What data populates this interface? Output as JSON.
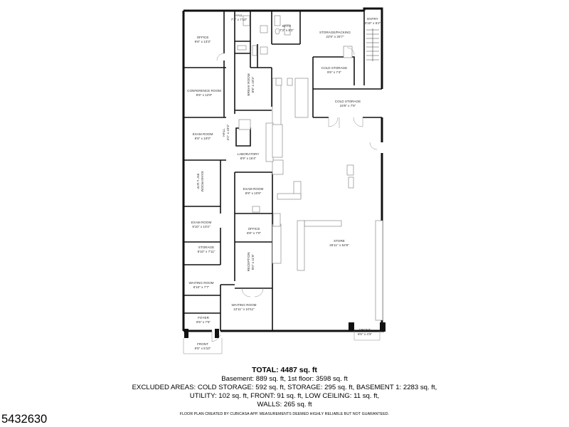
{
  "plan": {
    "rooms": [
      {
        "name": "OFFICE",
        "dims": "9'6\" x 13'3\""
      },
      {
        "name": "HALL",
        "dims": "7'1\" x 7'10\""
      },
      {
        "name": "BATH",
        "dims": "7'3\" x 8'2\""
      },
      {
        "name": "STORAGE/PACKING",
        "dims": "22'9\" x 26'7\""
      },
      {
        "name": "ENTRY",
        "dims": "3'10\" x 5'2\""
      },
      {
        "name": "COLD STORAGE",
        "dims": "9'6\" x 7'4\""
      },
      {
        "name": "CONFERENCE ROOM",
        "dims": "9'6\" x 12'9\""
      },
      {
        "name": "BREAK ROOM",
        "dims": "8'8\" x 10'3\""
      },
      {
        "name": "COLD STORAGE",
        "dims": "16'9\" x 7'5\""
      },
      {
        "name": "EXAM ROOM",
        "dims": "8'6\" x 10'0\""
      },
      {
        "name": "HALL",
        "dims": "4'2\" x 10'3\""
      },
      {
        "name": "LABORATORY",
        "dims": "8'9\" x 15'4\""
      },
      {
        "name": "EXAM ROOM",
        "dims": "8'6\" x 11'5\""
      },
      {
        "name": "EXAM ROOM",
        "dims": "8'8\" x 10'6\""
      },
      {
        "name": "EXAM ROOM",
        "dims": "8'10\" x 10'2\""
      },
      {
        "name": "OFFICE",
        "dims": "8'8\" x 7'0\""
      },
      {
        "name": "STORE",
        "dims": "26'11\" x 52'8\""
      },
      {
        "name": "STORAGE",
        "dims": "8'10\" x 7'11\""
      },
      {
        "name": "RECEPTION",
        "dims": "8'0\" x 11'8\""
      },
      {
        "name": "WAITING ROOM",
        "dims": "8'10\" x 7'7\""
      },
      {
        "name": "WAITING ROOM",
        "dims": "12'11\" x 10'11\""
      },
      {
        "name": "FOYER",
        "dims": "8'5\" x 7'5\""
      },
      {
        "name": "FRONT",
        "dims": "8'6\" x 4'3\""
      },
      {
        "name": "FRONT",
        "dims": "9'6\" x 5'10\""
      }
    ]
  },
  "summary": {
    "total": "TOTAL: 4487 sq. ft",
    "line1": "Basement: 889 sq. ft, 1st floor: 3598 sq. ft",
    "line2": "EXCLUDED AREAS: COLD STORAGE: 592 sq. ft, STORAGE: 295 sq. ft, BASEMENT 1: 2283 sq. ft,",
    "line3": "UTILITY: 102 sq. ft, FRONT: 91 sq. ft, LOW CEILING: 11 sq. ft,",
    "line4": "WALLS: 265 sq. ft",
    "credit": "FLOOR PLAN CREATED BY CUBICASA APP. MEASUREMENTS DEEMED HIGHLY RELIABLE BUT NOT GUARANTEED."
  },
  "listing_id": "5432630"
}
